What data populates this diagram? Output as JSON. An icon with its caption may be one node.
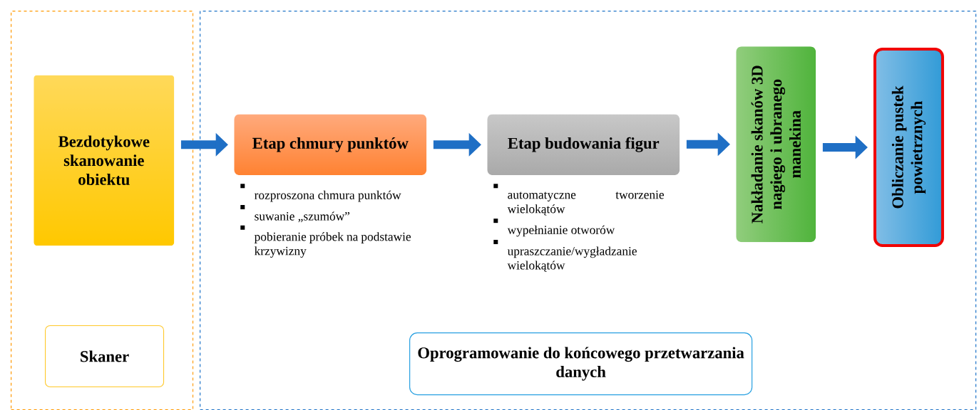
{
  "diagram": {
    "nodes": [
      {
        "text": [],
        "shape": "box"
      },
      {
        "text": [
          "Bezdotykowe skanowanie obiektu"
        ],
        "in": 0
      },
      {
        "text": [
          "Skaner"
        ],
        "in": 0
      },
      {
        "text": [],
        "shape": "box"
      },
      {
        "text": [
          "Etap chmury punktów"
        ],
        "in": 3,
        "beside": [
          "rozproszona chmura punktów",
          "suwanie „szumów”",
          "pobieranie próbek na podstawie krzywizny"
        ]
      },
      {
        "text": [
          "Etap budowania figur"
        ],
        "in": 3,
        "beside": [
          "automatyczne tworzenie wielokątów",
          "wypełnianie otworów",
          "upraszczanie/wygładzanie wielokątów"
        ]
      },
      {
        "text": [
          "Nakładanie skanów 3D nagiego i ubranego manekina"
        ],
        "in": 3
      },
      {
        "text": [
          "Obliczanie pustek powietrznych"
        ],
        "in": 3
      },
      {
        "text": [
          "Oprogramowanie do końcowego przetwarzania danych"
        ],
        "in": 3
      }
    ],
    "edges": [
      {
        "from": 1,
        "to": 4,
        "arrow": "to"
      },
      {
        "from": 4,
        "to": 5,
        "arrow": "to"
      },
      {
        "from": 5,
        "to": 6,
        "arrow": "to"
      },
      {
        "from": 6,
        "to": 7,
        "arrow": "to"
      }
    ]
  }
}
